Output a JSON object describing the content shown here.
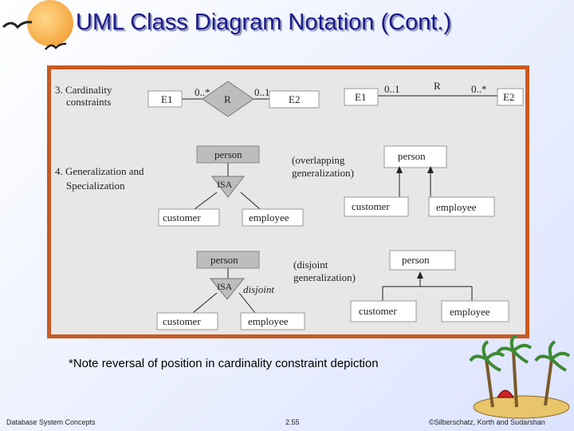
{
  "title": "UML Class Diagram Notation (Cont.)",
  "diagram": {
    "section3": {
      "label_line1": "3. Cardinality",
      "label_line2": "constraints",
      "er": {
        "e1": "E1",
        "e2": "E2",
        "rel": "R",
        "left_card": "0..*",
        "right_card": "0..1"
      },
      "uml": {
        "e1": "E1",
        "e2": "E2",
        "rel": "R",
        "left_card": "0..1",
        "right_card": "0..*"
      }
    },
    "section4": {
      "label_line1": "4. Generalization and",
      "label_line2": "Specialization",
      "overlap": {
        "er": {
          "parent": "person",
          "isa": "ISA",
          "child1": "customer",
          "child2": "employee"
        },
        "caption_line1": "(overlapping",
        "caption_line2": "generalization)",
        "uml": {
          "parent": "person",
          "child1": "customer",
          "child2": "employee"
        }
      },
      "disjoint": {
        "er": {
          "parent": "person",
          "isa": "ISA",
          "disjoint_label": "disjoint",
          "child1": "customer",
          "child2": "employee"
        },
        "caption_line1": "(disjoint",
        "caption_line2": "generalization)",
        "uml": {
          "parent": "person",
          "child1": "customer",
          "child2": "employee"
        }
      }
    }
  },
  "note": "*Note reversal of position in cardinality constraint depiction",
  "footer": {
    "left": "Database System Concepts",
    "center": "2.55",
    "right": "©Silberschatz, Korth and Sudarshan"
  }
}
